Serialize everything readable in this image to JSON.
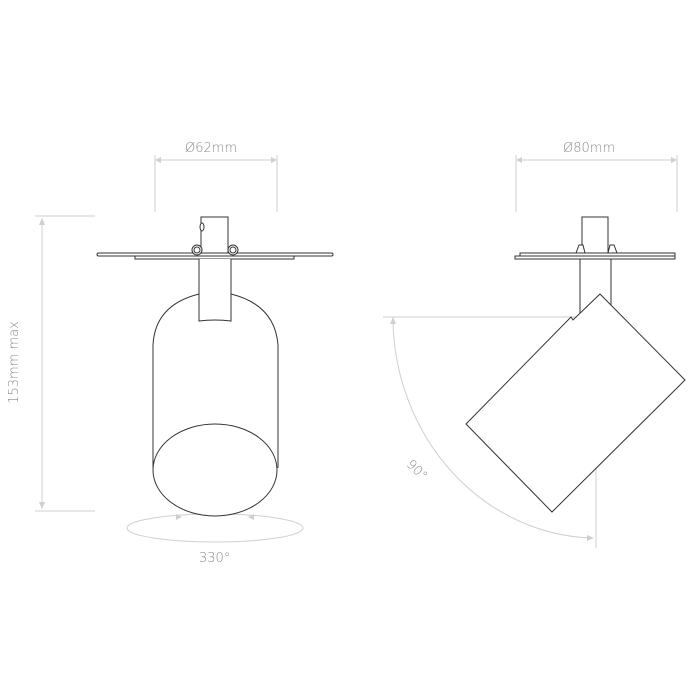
{
  "dimensions": {
    "left_width": "Ø62mm",
    "right_width": "Ø80mm",
    "height": "153mm max",
    "rotation": "330°",
    "tilt": "90°"
  },
  "colors": {
    "line": "#333333",
    "dimension": "#cfcfcf",
    "text": "#8a8a8a"
  }
}
